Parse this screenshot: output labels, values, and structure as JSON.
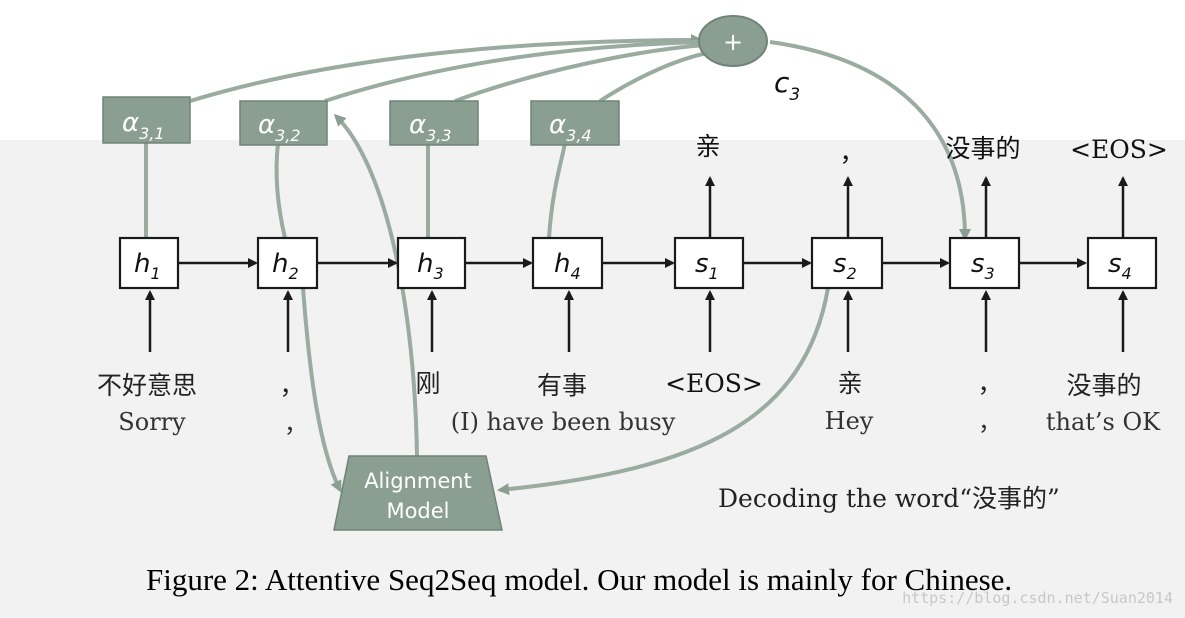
{
  "encoder": [
    {
      "base": "h",
      "sub": "1",
      "cn": "不好意思",
      "en": "Sorry",
      "attention": {
        "base": "α",
        "sub": "3,1"
      }
    },
    {
      "base": "h",
      "sub": "2",
      "cn": "，",
      "en": "，",
      "attention": {
        "base": "α",
        "sub": "3,2"
      }
    },
    {
      "base": "h",
      "sub": "3",
      "cn": "刚",
      "en": "",
      "attention": {
        "base": "α",
        "sub": "3,3"
      }
    },
    {
      "base": "h",
      "sub": "4",
      "cn": "有事",
      "en": "",
      "attention": {
        "base": "α",
        "sub": "3,4"
      }
    }
  ],
  "encoder_phrase_en": "(I) have been busy",
  "decoder": [
    {
      "base": "s",
      "sub": "1",
      "input_cn": "<EOS>",
      "input_en": "",
      "output": "亲"
    },
    {
      "base": "s",
      "sub": "2",
      "input_cn": "亲",
      "input_en": "Hey",
      "output": "，"
    },
    {
      "base": "s",
      "sub": "3",
      "input_cn": "，",
      "input_en": "，",
      "output": "没事的"
    },
    {
      "base": "s",
      "sub": "4",
      "input_cn": "没事的",
      "input_en": "that’s OK",
      "output": "<EOS>"
    }
  ],
  "sum_node": "+",
  "context": {
    "base": "c",
    "sub": "3"
  },
  "alignment_model": {
    "line1": "Alignment",
    "line2": "Model"
  },
  "note": "Decoding the word“没事的”",
  "caption": "Figure 2: Attentive Seq2Seq model. Our model is mainly for Chinese.",
  "watermark": "https://blog.csdn.net/Suan2014",
  "colors": {
    "accent": "#8a9e92",
    "accent_dark": "#6f8478",
    "arrow": "#1a1a1a",
    "band": "#f2f2f2"
  }
}
